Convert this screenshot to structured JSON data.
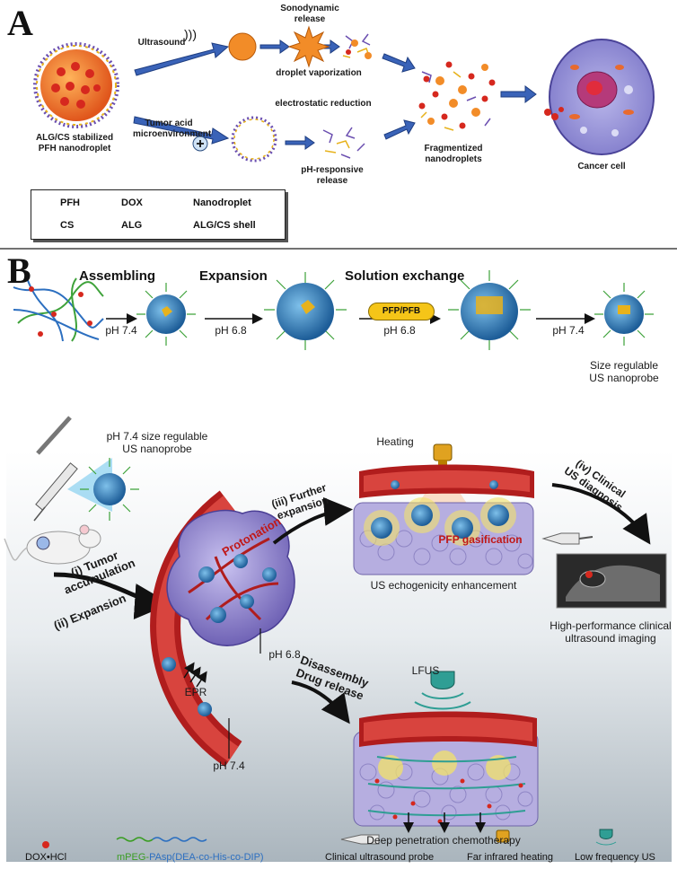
{
  "panel_a": {
    "letter": "A",
    "labels": {
      "stabilized": "ALG/CS stabilized\nPFH nanodroplet",
      "ultrasound": "Ultrasound",
      "tumor_acid": "Tumor acid\nmicroenvironment",
      "sonodynamic": "Sonodynamic\nrelease",
      "vaporization": "droplet vaporization",
      "electrostatic": "electrostatic reduction",
      "ph_responsive": "pH-responsive\nrelease",
      "fragmentized": "Fragmentized\nnanodroplets",
      "cancer_cell": "Cancer cell"
    },
    "legend": [
      {
        "key": "pfh",
        "label": "PFH"
      },
      {
        "key": "dox",
        "label": "DOX"
      },
      {
        "key": "nanodroplet",
        "label": "Nanodroplet"
      },
      {
        "key": "cs",
        "label": "CS"
      },
      {
        "key": "alg",
        "label": "ALG"
      },
      {
        "key": "shell",
        "label": "ALG/CS shell"
      }
    ]
  },
  "panel_b": {
    "letter": "B",
    "steps": {
      "assembling": "Assembling",
      "expansion": "Expansion",
      "solution_exchange": "Solution exchange"
    },
    "arrows": {
      "ph1": "pH 7.4",
      "ph2": "pH 6.8",
      "ph3": "pH 6.8",
      "ph4": "pH 7.4",
      "pill": "PFP/PFB"
    },
    "size_regulable": "Size regulable\nUS nanoprobe",
    "injection_label": "pH 7.4 size regulable\nUS nanoprobe",
    "heating": "Heating",
    "further_expansion": "(iii) Further\nexpansion",
    "clinical_diagnosis": "(iv) Clinical\nUS diagnosis",
    "pfp_gasification": "PFP gasification",
    "echogenicity": "US echogenicity enhancement",
    "clinical_imaging": "High-performance clinical\nultrasound imaging",
    "tumor_accumulation": "(i) Tumor\naccumulation",
    "expansion_ii": "(ii) Expansion",
    "protonation": "Protonation",
    "ph_tumor": "pH 6.8",
    "epr": "EPR",
    "ph_blood": "pH 7.4",
    "disassembly": "Disassembly\nDrug release",
    "lfus": "LFUS",
    "deep_penetration": "Deep penetration chemotherapy",
    "bottom_legend": {
      "dox": "DOX•HCl",
      "mpeg": "mPEG-",
      "pasp": "PAsp(DEA-co-His-co-DIP)",
      "probe": "Clinical ultrasound probe",
      "heating": "Far infrared heating",
      "low_us": "Low frequency US"
    }
  },
  "colors": {
    "arrow_blue": "#3a63b8",
    "pfh_orange": "#f28c28",
    "dox_red": "#d6281e",
    "cs_purple": "#6b4fb0",
    "alg_yellow": "#e7b21c",
    "vessel_red": "#b01d1d",
    "tissue_purple": "#9b8fd0",
    "core_blue": "#2b78b8",
    "corona_green": "#3ea23a"
  }
}
